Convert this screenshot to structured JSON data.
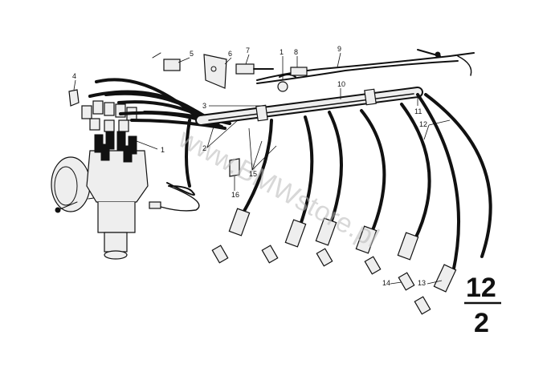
{
  "diagram": {
    "section_number_top": "12",
    "section_number_bottom": "2",
    "watermark": "www.BMWstore.pl",
    "callouts": [
      {
        "id": "c1a",
        "text": "1"
      },
      {
        "id": "c1b",
        "text": "1"
      },
      {
        "id": "c2",
        "text": "2"
      },
      {
        "id": "c3",
        "text": "3"
      },
      {
        "id": "c4",
        "text": "4"
      },
      {
        "id": "c5",
        "text": "5"
      },
      {
        "id": "c6",
        "text": "6"
      },
      {
        "id": "c7",
        "text": "7"
      },
      {
        "id": "c8",
        "text": "8"
      },
      {
        "id": "c9",
        "text": "9"
      },
      {
        "id": "c10",
        "text": "10"
      },
      {
        "id": "c11",
        "text": "11"
      },
      {
        "id": "c12",
        "text": "12"
      },
      {
        "id": "c13",
        "text": "13"
      },
      {
        "id": "c14",
        "text": "14"
      },
      {
        "id": "c15",
        "text": "15"
      },
      {
        "id": "c16",
        "text": "16"
      }
    ]
  }
}
